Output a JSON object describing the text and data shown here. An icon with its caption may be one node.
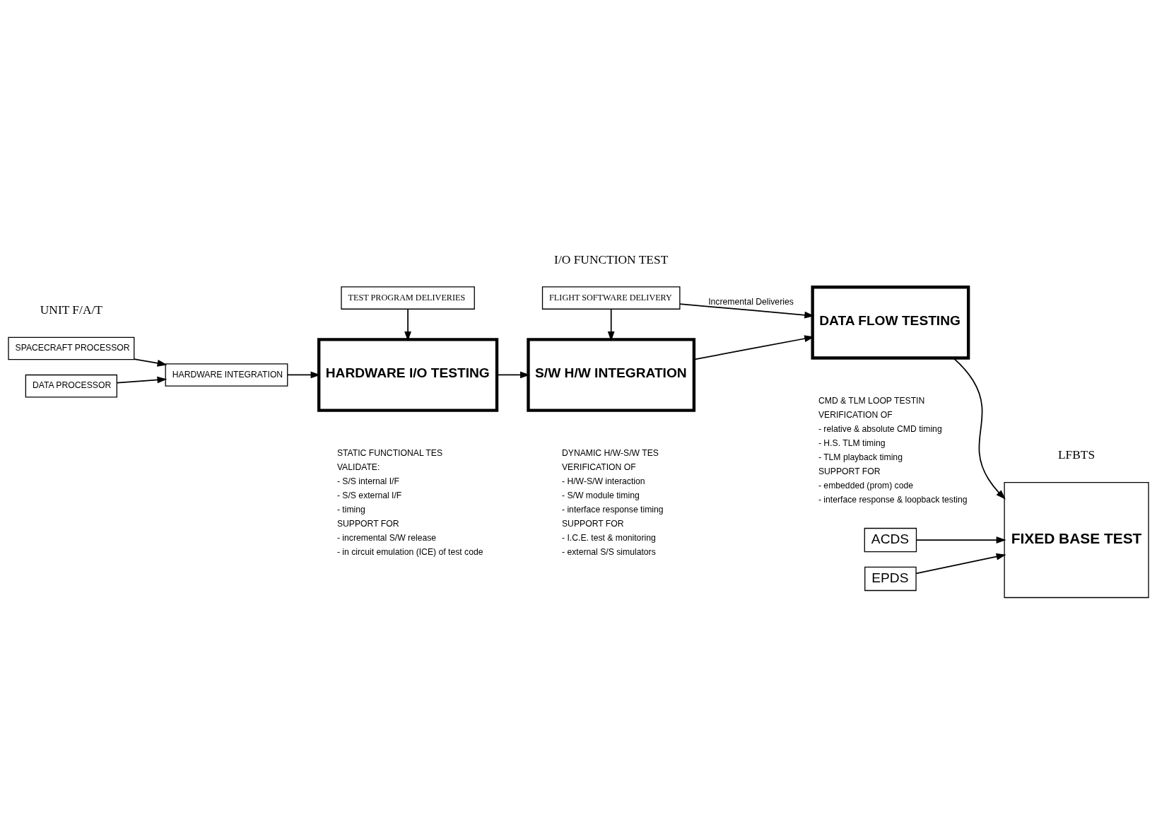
{
  "diagram": {
    "nodes": [
      {
        "text": [
          "SPACECRAFT PROCESSOR"
        ]
      },
      {
        "text": [
          "DATA PROCESSOR"
        ]
      },
      {
        "text": [
          "HARDWARE INTEGRATION"
        ]
      },
      {
        "text": [
          "TEST PROGRAM DELIVERIES"
        ]
      },
      {
        "text": [
          "HARDWARE I/O TESTING"
        ],
        "beside": [
          "STATIC FUNCTIONAL TES",
          "VALIDATE:",
          "- S/S internal I/F",
          "- S/S external I/F",
          "- timing",
          "SUPPORT FOR",
          "- incremental S/W release",
          "- in circuit emulation (ICE) of test code"
        ]
      },
      {
        "text": [
          "FLIGHT SOFTWARE DELIVERY"
        ]
      },
      {
        "text": [
          "S/W H/W INTEGRATION"
        ],
        "beside": [
          "DYNAMIC H/W-S/W TES",
          "VERIFICATION OF",
          "- H/W-S/W interaction",
          "- S/W module timing",
          "- interface response timing",
          "SUPPORT FOR",
          "- I.C.E. test & monitoring",
          "- external S/S simulators"
        ]
      },
      {
        "text": [
          "DATA FLOW TESTING"
        ],
        "beside": [
          "CMD & TLM LOOP TESTIN",
          "VERIFICATION OF",
          "- relative & absolute CMD timing",
          "- H.S. TLM timing",
          "- TLM playback timing",
          "SUPPORT FOR",
          "- embedded (prom) code",
          "- interface response & loopback testing"
        ]
      },
      {
        "text": [
          "FIXED BASE TEST"
        ]
      },
      {
        "text": [
          "ACDS"
        ]
      },
      {
        "text": [
          "EPDS"
        ]
      }
    ],
    "edges": [
      {
        "from": 0,
        "to": 2,
        "arrow": "to"
      },
      {
        "from": 1,
        "to": 2,
        "arrow": "to"
      },
      {
        "from": 2,
        "to": 4,
        "arrow": "to"
      },
      {
        "from": 3,
        "to": 4,
        "arrow": "to"
      },
      {
        "from": 4,
        "to": 6,
        "arrow": "to"
      },
      {
        "from": 5,
        "to": 6,
        "arrow": "to"
      },
      {
        "from": 5,
        "to": 7,
        "arrow": "to",
        "label": "Incremental Deliveries"
      },
      {
        "from": 6,
        "to": 7,
        "arrow": "to"
      },
      {
        "from": 7,
        "to": 8,
        "arrow": "to"
      },
      {
        "from": 9,
        "to": 8,
        "arrow": "to"
      },
      {
        "from": 10,
        "to": 8,
        "arrow": "to"
      }
    ],
    "labels": [
      "UNIT F/A/T",
      "I/O FUNCTION TEST",
      "LFBTS"
    ]
  }
}
